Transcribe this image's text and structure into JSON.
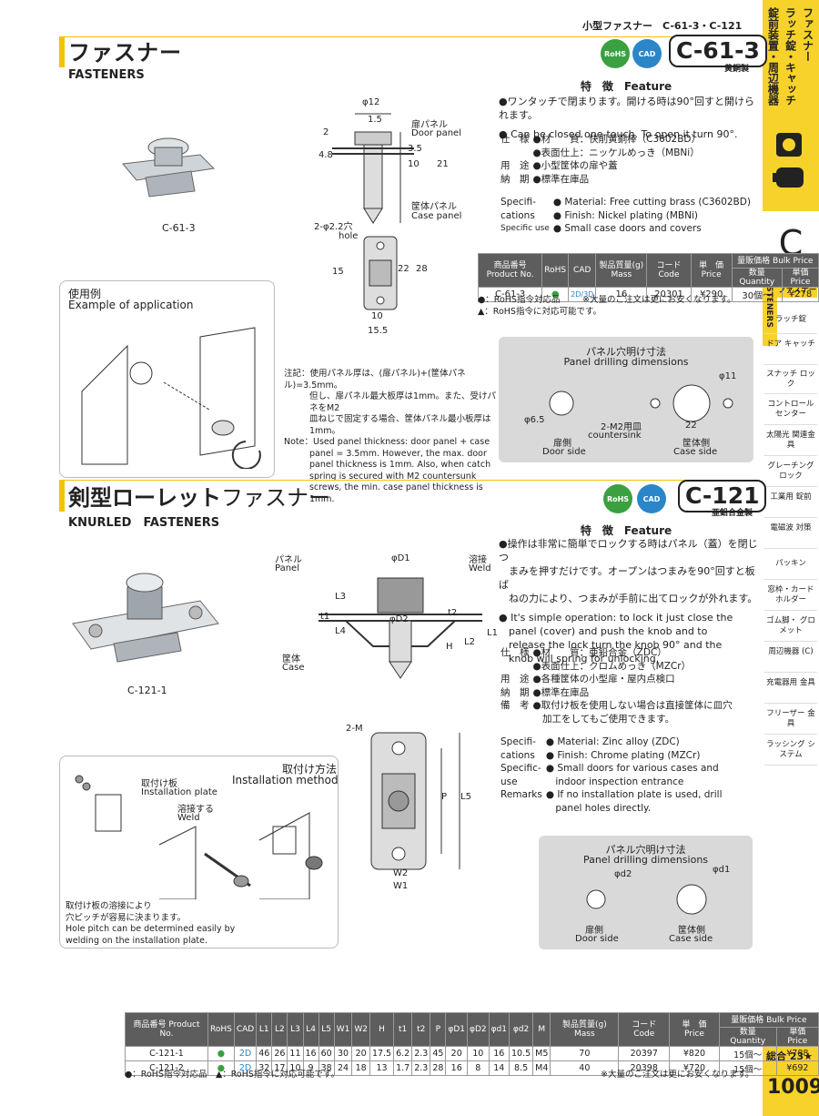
{
  "header": {
    "breadcrumb": "小型ファスナー　C-61-3・C-121"
  },
  "sidebar": {
    "category_vertical": [
      "ファスナー",
      "ラッチ錠・キャッチ",
      "錠前装置・周辺機器"
    ],
    "letter": "C",
    "fasteners_en": "FASTENERS",
    "items": [
      {
        "label": "ファスナー"
      },
      {
        "label": "ラッチ錠"
      },
      {
        "label": "ドア キャッチ"
      },
      {
        "label": "スナッチ ロック"
      },
      {
        "label": "コントロール センター"
      },
      {
        "label": "太陽光 関連金具"
      },
      {
        "label": "グレーチング ロック"
      },
      {
        "label": "工業用 錠前"
      },
      {
        "label": "電磁波 対策"
      },
      {
        "label": "パッキン"
      },
      {
        "label": "窓枠・カード ホルダー"
      },
      {
        "label": "ゴム脚・ グロメット"
      },
      {
        "label": "周辺機器 (C)"
      },
      {
        "label": "充電器用 金具"
      },
      {
        "label": "フリーザー 金具"
      },
      {
        "label": "ラッシング システム"
      }
    ],
    "total": "総合 23★",
    "page": "1009"
  },
  "sec1": {
    "title": "ファスナー",
    "subtitle": "FASTENERS",
    "code": "C-61-3",
    "code_sub": "黄銅製",
    "photo_caption": "C-61-3",
    "feature_header": "特　徴　Feature",
    "features": [
      "●ワンタッチで閉まります。開ける時は90°回すと開けられます。",
      "● Can be closed one-touch. To open it turn 90°."
    ],
    "spec_jp": [
      {
        "k": "仕　様",
        "v": "●材　　質：快削黄銅棒（C3602BD）"
      },
      {
        "k": "",
        "v": "●表面仕上：ニッケルめっき（MBNi）"
      },
      {
        "k": "用　途",
        "v": "●小型筐体の扉や蓋"
      },
      {
        "k": "納　期",
        "v": "●標準在庫品"
      }
    ],
    "spec_en": [
      {
        "k": "Specifi-",
        "v": "● Material: Free cutting brass (C3602BD)"
      },
      {
        "k": "cations",
        "v": "● Finish: Nickel plating (MBNi)"
      },
      {
        "k": "Specific use",
        "v": "● Small case doors and covers"
      }
    ],
    "table_headers": [
      "商品番号 Product No.",
      "RoHS",
      "CAD",
      "製品質量(g) Mass",
      "コード Code",
      "単　価 Price",
      "数量 Quantity",
      "単価 Price"
    ],
    "bulk_header": "量販価格 Bulk Price",
    "rows": [
      {
        "no": "C-61-3",
        "rohs": "●",
        "cad": "2D/3D",
        "mass": "16",
        "code": "20301",
        "price": "¥290",
        "qty": "30個～",
        "bulk": "¥278"
      }
    ],
    "legend": [
      "●：RoHS指令対応品",
      "▲：RoHS指令に対応可能です。"
    ],
    "bulk_note": "※大量のご注文は更にお安くなります。",
    "app_label_jp": "使用例",
    "app_label_en": "Example of application",
    "dims": {
      "d12": "φ12",
      "d15": "1.5",
      "d2": "2",
      "d48": "4.8",
      "d10": "10",
      "d35": "3.5",
      "d21": "21",
      "door_panel_jp": "扉パネル",
      "door_panel_en": "Door panel",
      "case_panel_jp": "筐体パネル",
      "case_panel_en": "Case panel",
      "hole_jp": "2-φ2.2穴",
      "hole_en": "hole",
      "d15b": "15",
      "d22": "22",
      "d28": "28",
      "d10b": "10",
      "d155": "15.5"
    },
    "notes": [
      "注記：使用パネル厚は、(扉パネル)+(筐体パネル)=3.5mm。",
      "但し、扉パネル最大板厚は1mm。また、受けパネをM2",
      "皿ねじで固定する場合、筐体パネル最小板厚は1mm。",
      "Note：Used panel thickness: door panel + case",
      "panel = 3.5mm. However, the max. door",
      "panel thickness is 1mm. Also, when catch",
      "spring is secured with M2 countersunk",
      "screws, the min. case panel thickness is",
      "1mm."
    ],
    "drill": {
      "title_jp": "パネル穴明け寸法",
      "title_en": "Panel drilling dimensions",
      "d65": "φ6.5",
      "d11": "φ11",
      "m2": "2-M2用皿",
      "countersink": "countersink",
      "d22": "22",
      "door_jp": "扉側",
      "door_en": "Door side",
      "case_jp": "筐体側",
      "case_en": "Case side"
    }
  },
  "sec2": {
    "title_a": "剣型ローレット",
    "title_b": "ファスナー",
    "subtitle": "KNURLED　FASTENERS",
    "code": "C-121",
    "code_sub": "亜鉛合金製",
    "photo_caption": "C-121-1",
    "feature_header": "特　徴　Feature",
    "features": [
      "●操作は非常に簡単でロックする時はパネル（蓋）を閉じつ",
      "　まみを押すだけです。オープンはつまみを90°回すと板ば",
      "　ねの力により、つまみが手前に出てロックが外れます。",
      "● It's simple operation: to lock it just close the",
      "　panel (cover) and push the knob and to",
      "　release the lock turn the knob 90° and the",
      "　knob will spring for unlocking."
    ],
    "spec_jp": [
      {
        "k": "仕　様",
        "v": "●材　　質：亜鉛合金（ZDC）"
      },
      {
        "k": "",
        "v": "●表面仕上：クロムめっき（MZCr）"
      },
      {
        "k": "用　途",
        "v": "●各種筐体の小型扉・屋内点検口"
      },
      {
        "k": "納　期",
        "v": "●標準在庫品"
      },
      {
        "k": "備　考",
        "v": "●取付け板を使用しない場合は直接筐体に皿穴"
      },
      {
        "k": "",
        "v": "　加工をしてもご使用できます。"
      }
    ],
    "spec_en": [
      {
        "k": "Specifi-",
        "v": "● Material: Zinc alloy (ZDC)"
      },
      {
        "k": "cations",
        "v": "● Finish: Chrome plating (MZCr)"
      },
      {
        "k": "Specific-",
        "v": "● Small doors for various cases and"
      },
      {
        "k": "use",
        "v": "　indoor inspection entrance"
      },
      {
        "k": "Remarks",
        "v": "● If no installation plate is used, drill"
      },
      {
        "k": "",
        "v": "　panel holes directly."
      }
    ],
    "dims": {
      "panel_jp": "パネル",
      "panel_en": "Panel",
      "weld_jp": "溶接",
      "weld_en": "Weld",
      "case_jp": "筐体",
      "case_en": "Case",
      "D1": "φD1",
      "D2": "φD2",
      "L1": "L1",
      "L2": "L2",
      "L3": "L3",
      "L4": "L4",
      "L5": "L5",
      "t1": "t1",
      "t2": "t2",
      "H": "H",
      "P": "P",
      "W1": "W1",
      "W2": "W2",
      "M": "2-M"
    },
    "install": {
      "title_jp": "取付け方法",
      "title_en": "Installation method",
      "plate_jp": "取付け板",
      "plate_en": "Installation plate",
      "weld_jp": "溶接する",
      "weld_en": "Weld",
      "note": [
        "取付け板の溶接により",
        "穴ピッチが容易に決まります。",
        "Hole pitch can be determined easily by",
        "welding on the installation plate."
      ]
    },
    "drill": {
      "title_jp": "パネル穴明け寸法",
      "title_en": "Panel drilling dimensions",
      "d2": "φd2",
      "d1": "φd1",
      "door_jp": "扉側",
      "door_en": "Door side",
      "case_jp": "筐体側",
      "case_en": "Case side"
    },
    "table_headers": [
      "商品番号 Product No.",
      "RoHS",
      "CAD",
      "L1",
      "L2",
      "L3",
      "L4",
      "L5",
      "W1",
      "W2",
      "H",
      "t1",
      "t2",
      "P",
      "φD1",
      "φD2",
      "φd1",
      "φd2",
      "M",
      "製品質量(g) Mass",
      "コード Code",
      "単　価 Price",
      "数量 Quantity",
      "単価 Price"
    ],
    "bulk_header": "量販価格 Bulk Price",
    "rows": [
      {
        "cells": [
          "C-121-1",
          "●",
          "2D",
          "46",
          "26",
          "11",
          "16",
          "60",
          "30",
          "20",
          "17.5",
          "6.2",
          "2.3",
          "45",
          "20",
          "10",
          "16",
          "10.5",
          "M5",
          "70",
          "20397",
          "¥820",
          "15個～",
          "¥788"
        ]
      },
      {
        "cells": [
          "C-121-2",
          "●",
          "2D",
          "32",
          "17",
          "10",
          "9",
          "38",
          "24",
          "18",
          "13",
          "1.7",
          "2.3",
          "28",
          "16",
          "8",
          "14",
          "8.5",
          "M4",
          "40",
          "20398",
          "¥720",
          "15個～",
          "¥692"
        ]
      }
    ],
    "legend": "●：RoHS指令対応品　▲：RoHS指令に対応可能です。",
    "bulk_note": "※大量のご注文は更にお安くなります。"
  },
  "badges": {
    "rohs": "RoHS",
    "cad": "CAD"
  },
  "colors": {
    "accent": "#f3c300",
    "rohs": "#3aa040",
    "cad": "#2a86c8",
    "table_header": "#5d5d5d"
  }
}
